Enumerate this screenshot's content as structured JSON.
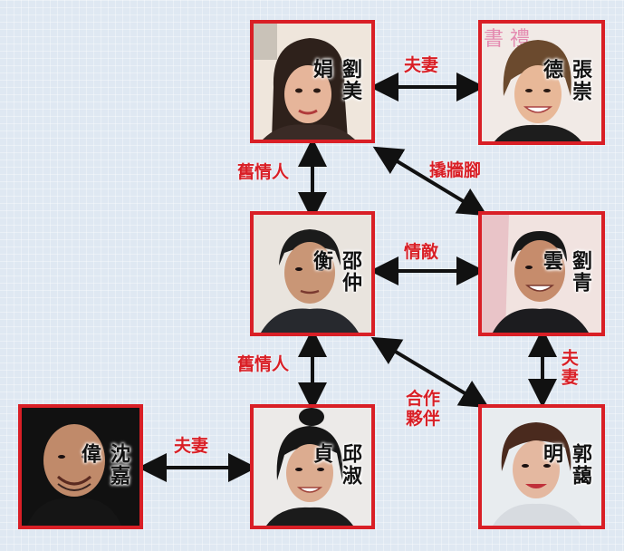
{
  "people": {
    "lau_mei_kuen": {
      "name": "劉美娟"
    },
    "cheung_sung_tak": {
      "name": "張崇德"
    },
    "shiu_chung_hang": {
      "name": "邵仲衡"
    },
    "lau_ching_wan": {
      "name": "劉青雲"
    },
    "sum_ka_wai": {
      "name": "沈嘉偉"
    },
    "yau_suk_ching": {
      "name": "邱淑貞"
    },
    "kwok_ai_ming": {
      "name": "郭藹明"
    }
  },
  "relations": {
    "spouse_top": "夫妻",
    "ex_lover_top": "舊情人",
    "affair": "撬牆腳",
    "rival": "情敵",
    "spouse_right": "夫妻",
    "ex_lover_bottom": "舊情人",
    "partner_line1": "合作",
    "partner_line2": "夥伴",
    "spouse_bottom": "夫妻"
  },
  "colors": {
    "accent": "#d91f26",
    "background": "#dfe8f2"
  },
  "background_watermark": "書 禮"
}
